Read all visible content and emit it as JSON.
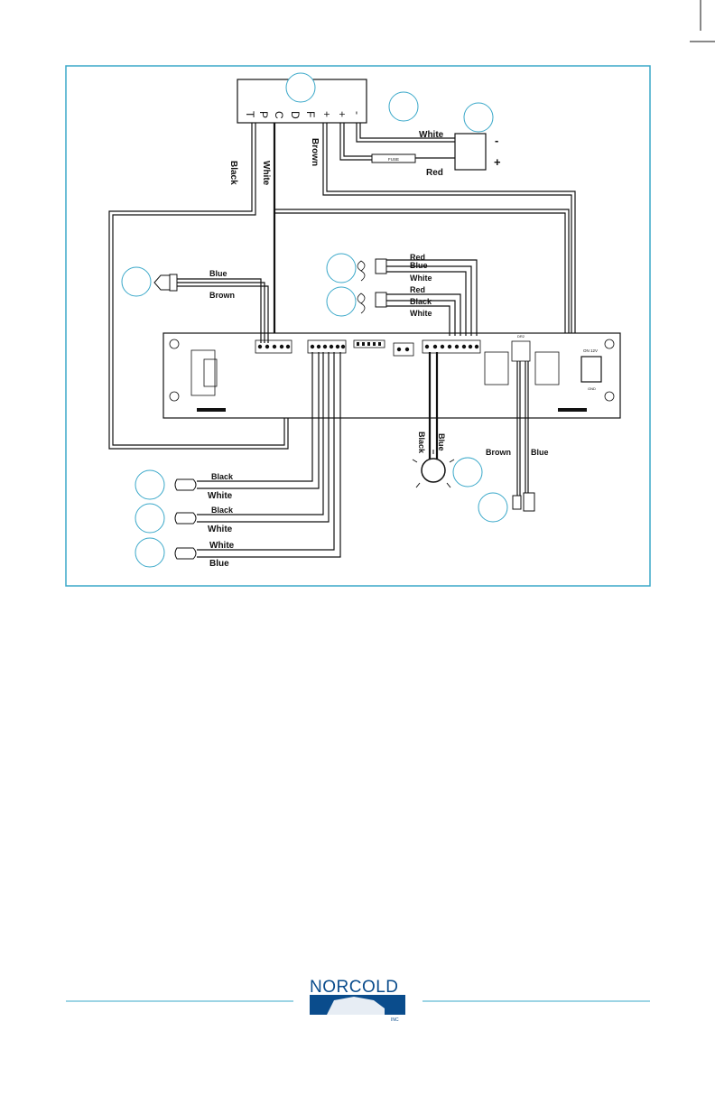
{
  "diagram": {
    "terminal_block_labels": [
      "T",
      "P",
      "C",
      "D",
      "F",
      "+",
      "+",
      "-"
    ],
    "power_polarity": {
      "minus": "-",
      "plus": "+"
    },
    "fuse_label": "FUSE",
    "wire_labels": {
      "black_top": "Black",
      "white_top": "White",
      "brown_top": "Brown",
      "power_white": "White",
      "power_red": "Red",
      "thermistor_blue": "Blue",
      "thermistor_brown": "Brown",
      "fan1_red": "Red",
      "fan1_blue": "Blue",
      "fan1_white": "White",
      "fan2_red": "Red",
      "fan2_black": "Black",
      "fan2_white": "White",
      "light_black": "Black",
      "light_blue": "Blue",
      "switch_brown": "Brown",
      "switch_blue": "Blue",
      "sensor1_black": "Black",
      "sensor1_white": "White",
      "sensor2_black": "Black",
      "sensor2_white": "White",
      "sensor3_white": "White",
      "sensor3_blue": "Blue"
    },
    "board_labels": {
      "relay_a": "ON 12V",
      "relay_b": "GND",
      "top_label": "DR2"
    }
  },
  "footer": {
    "brand": "NORCOLD",
    "sub": "INC"
  },
  "colors": {
    "accent": "#3aa8c9",
    "brand_blue": "#0a4c8c"
  }
}
